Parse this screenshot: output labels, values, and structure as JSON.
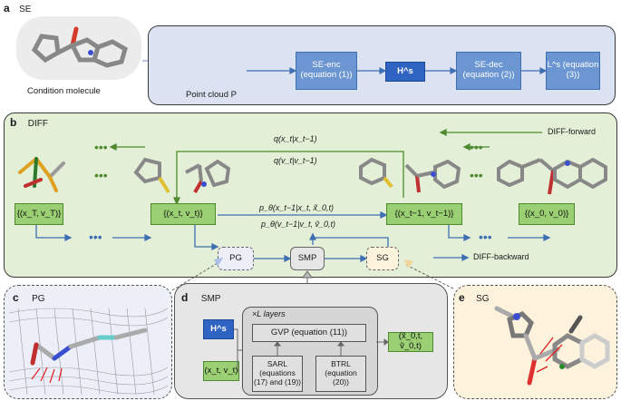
{
  "panel_a": {
    "letter": "a",
    "name": "SE",
    "condition_label": "Condition molecule",
    "pointcloud_label": "Point cloud P",
    "se_enc": "SE-enc (equation (1))",
    "h_s": "H^s",
    "se_dec": "SE-dec (equation (2))",
    "l_s": "L^s (equation (3))"
  },
  "panel_b": {
    "letter": "b",
    "name": "DIFF",
    "box_xT": "{(x_T, v_T)}",
    "box_xt": "{(x_t, v_t)}",
    "box_xt1": "{(x_t−1, v_t−1)}",
    "box_x0": "{(x_0, v_0)}",
    "q_x": "q(x_t|x_t−1)",
    "q_v": "q(v_t|v_t−1)",
    "p_x": "p_θ(x_t−1|x_t, x̃_0,t)",
    "p_v": "p_θ(v_t−1|v_t, ṽ_0,t)",
    "diff_forward": "DIFF-forward",
    "diff_backward": "DIFF-backward",
    "pg": "PG",
    "smp": "SMP",
    "sg": "SG",
    "dots": "•••"
  },
  "panel_c": {
    "letter": "c",
    "name": "PG"
  },
  "panel_d": {
    "letter": "d",
    "name": "SMP",
    "layers": "×L layers",
    "gvp": "GVP (equation (11))",
    "sarl": "SARL (equations (17) and (19))",
    "btrl": "BTRL (equation (20))",
    "h_s": "H^s",
    "xv": "(x_t, v_t)",
    "out": "(x̃_0,t, ṽ_0,t)"
  },
  "panel_e": {
    "letter": "e",
    "name": "SG"
  },
  "colors": {
    "blue_panel": "#dbe3f3",
    "blue_box": "#6b96d1",
    "green_panel": "#e3efd6",
    "green_box": "#9bcf73",
    "gray_panel": "#e6e6e6",
    "pg_bg": "#eceef8",
    "sg_bg": "#fdf2dc",
    "arrow_green": "#4f8a2e",
    "arrow_blue": "#3f6fb3"
  }
}
